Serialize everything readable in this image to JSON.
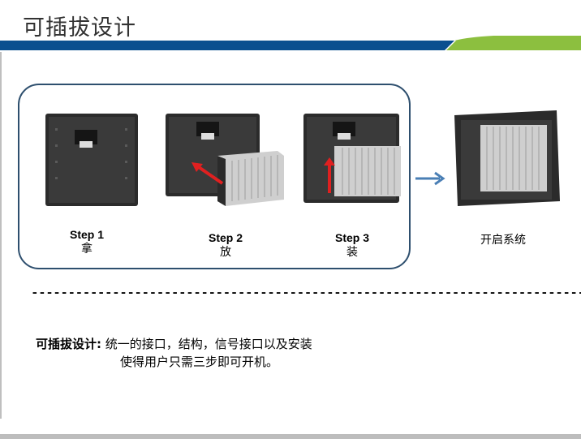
{
  "header": {
    "title": "可插拔设计",
    "bar_blue": "#0a4f8f",
    "bar_green": "#8cbf3f"
  },
  "steps": [
    {
      "en": "Step 1",
      "cn": "拿"
    },
    {
      "en": "Step 2",
      "cn": "放"
    },
    {
      "en": "Step 3",
      "cn": "装"
    }
  ],
  "result": {
    "label": "开启系统"
  },
  "arrows": {
    "insert_color": "#e02020",
    "next_color": "#4a7fb5"
  },
  "separator": "---------------------------------------------------------------------------",
  "description": {
    "label": "可插拔设计:",
    "line1": "统一的接口，结构，信号接口以及安装",
    "line2": "使得用户只需三步即可开机。"
  }
}
